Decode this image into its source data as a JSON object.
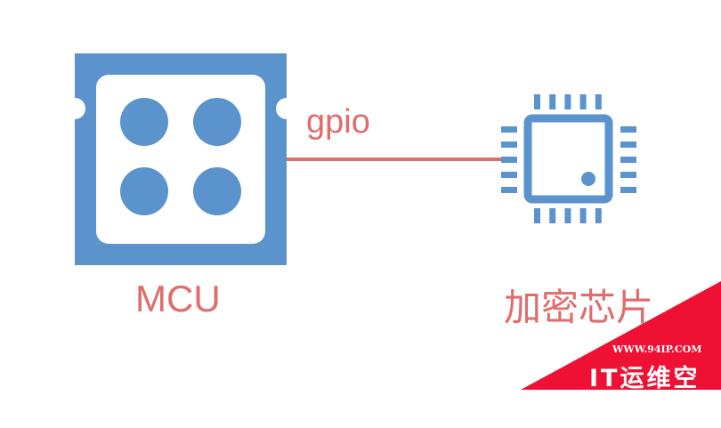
{
  "labels": {
    "connection": "gpio",
    "mcu": "MCU",
    "chip": "加密芯片"
  },
  "watermark": {
    "url": "WWW.94IP.COM",
    "name": "IT运维空间"
  },
  "colors": {
    "blue": "#5b93cc",
    "red": "#e06c6c",
    "watermark": "#ee1133"
  }
}
